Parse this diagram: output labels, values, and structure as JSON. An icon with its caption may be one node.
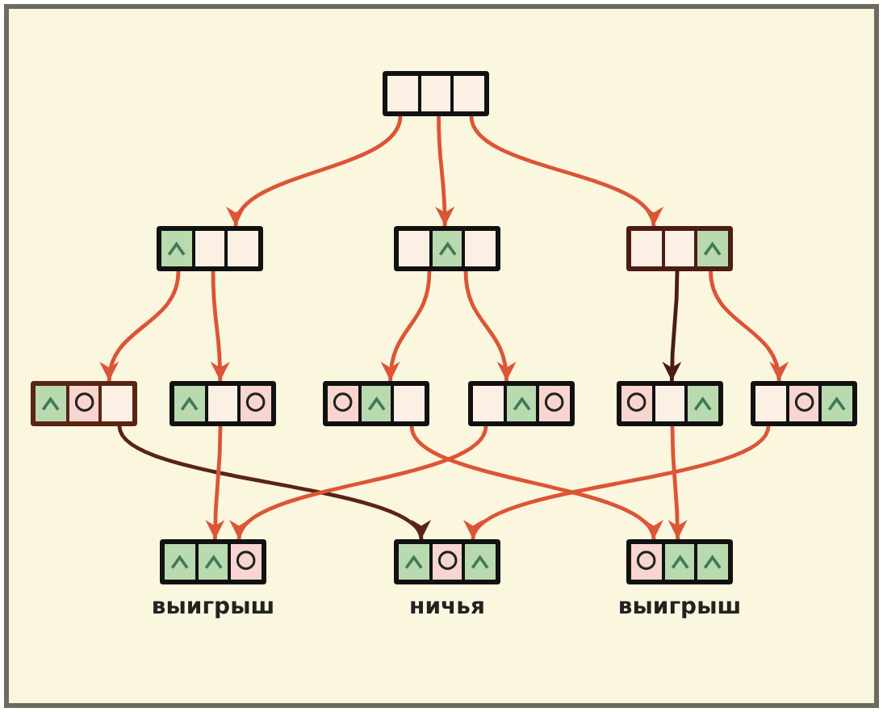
{
  "diagram": {
    "nodes": [
      {
        "text": [],
        "shape": "box"
      },
      {
        "text": [],
        "shape": "box"
      },
      {
        "text": [],
        "shape": "box"
      },
      {
        "text": [],
        "shape": "box"
      },
      {
        "text": [],
        "shape": "box"
      },
      {
        "text": [],
        "shape": "box"
      },
      {
        "text": [],
        "shape": "box"
      },
      {
        "text": [],
        "shape": "box"
      },
      {
        "text": [],
        "shape": "box"
      },
      {
        "text": [],
        "shape": "box"
      },
      {
        "text": [],
        "shape": "box",
        "beside": [
          "выигрыш"
        ]
      },
      {
        "text": [],
        "shape": "box",
        "beside": [
          "ничья"
        ]
      },
      {
        "text": [],
        "shape": "box",
        "beside": [
          "выигрыш"
        ]
      }
    ],
    "edges": [
      {
        "from": 0,
        "to": 1,
        "arrow": "to"
      },
      {
        "from": 0,
        "to": 2,
        "arrow": "to"
      },
      {
        "from": 0,
        "to": 3,
        "arrow": "to"
      },
      {
        "from": 1,
        "to": 4,
        "arrow": "to"
      },
      {
        "from": 1,
        "to": 5,
        "arrow": "to"
      },
      {
        "from": 2,
        "to": 6,
        "arrow": "to"
      },
      {
        "from": 2,
        "to": 7,
        "arrow": "to"
      },
      {
        "from": 3,
        "to": 8,
        "arrow": "to",
        "color": "#4a1c14"
      },
      {
        "from": 3,
        "to": 9,
        "arrow": "to"
      },
      {
        "from": 4,
        "to": 11,
        "arrow": "to",
        "color": "#5a2414"
      },
      {
        "from": 5,
        "to": 10,
        "arrow": "to"
      },
      {
        "from": 6,
        "to": 12,
        "arrow": "to"
      },
      {
        "from": 7,
        "to": 10,
        "arrow": "to"
      },
      {
        "from": 8,
        "to": 12,
        "arrow": "to"
      },
      {
        "from": 9,
        "to": 11,
        "arrow": "to"
      }
    ]
  }
}
